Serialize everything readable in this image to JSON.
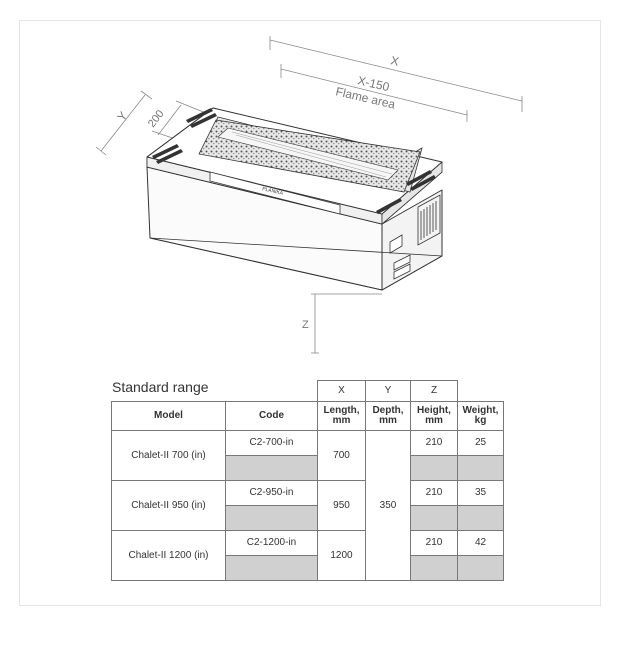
{
  "diagram": {
    "dim_x": "X",
    "dim_flame": "X-150",
    "flame_area": "Flame area",
    "dim_y": "Y",
    "dim_200": "200",
    "dim_z": "Z",
    "brand": "PLANIKA"
  },
  "table": {
    "title": "Standard range",
    "axis": [
      "X",
      "Y",
      "Z"
    ],
    "headers": {
      "model": "Model",
      "code": "Code",
      "length": "Length, mm",
      "depth": "Depth, mm",
      "height": "Height, mm",
      "weight": "Weight, kg"
    },
    "depth_all": "350",
    "rows": [
      {
        "model": "Chalet-II 700 (in)",
        "code": "C2-700-in",
        "length": "700",
        "height": "210",
        "weight": "25"
      },
      {
        "model": "Chalet-II 950 (in)",
        "code": "C2-950-in",
        "length": "950",
        "height": "210",
        "weight": "35"
      },
      {
        "model": "Chalet-II 1200 (in)",
        "code": "C2-1200-in",
        "length": "1200",
        "height": "210",
        "weight": "42"
      }
    ]
  },
  "colors": {
    "line": "#333333",
    "dimension": "#888888",
    "gray_cell": "#d0d0d0"
  }
}
